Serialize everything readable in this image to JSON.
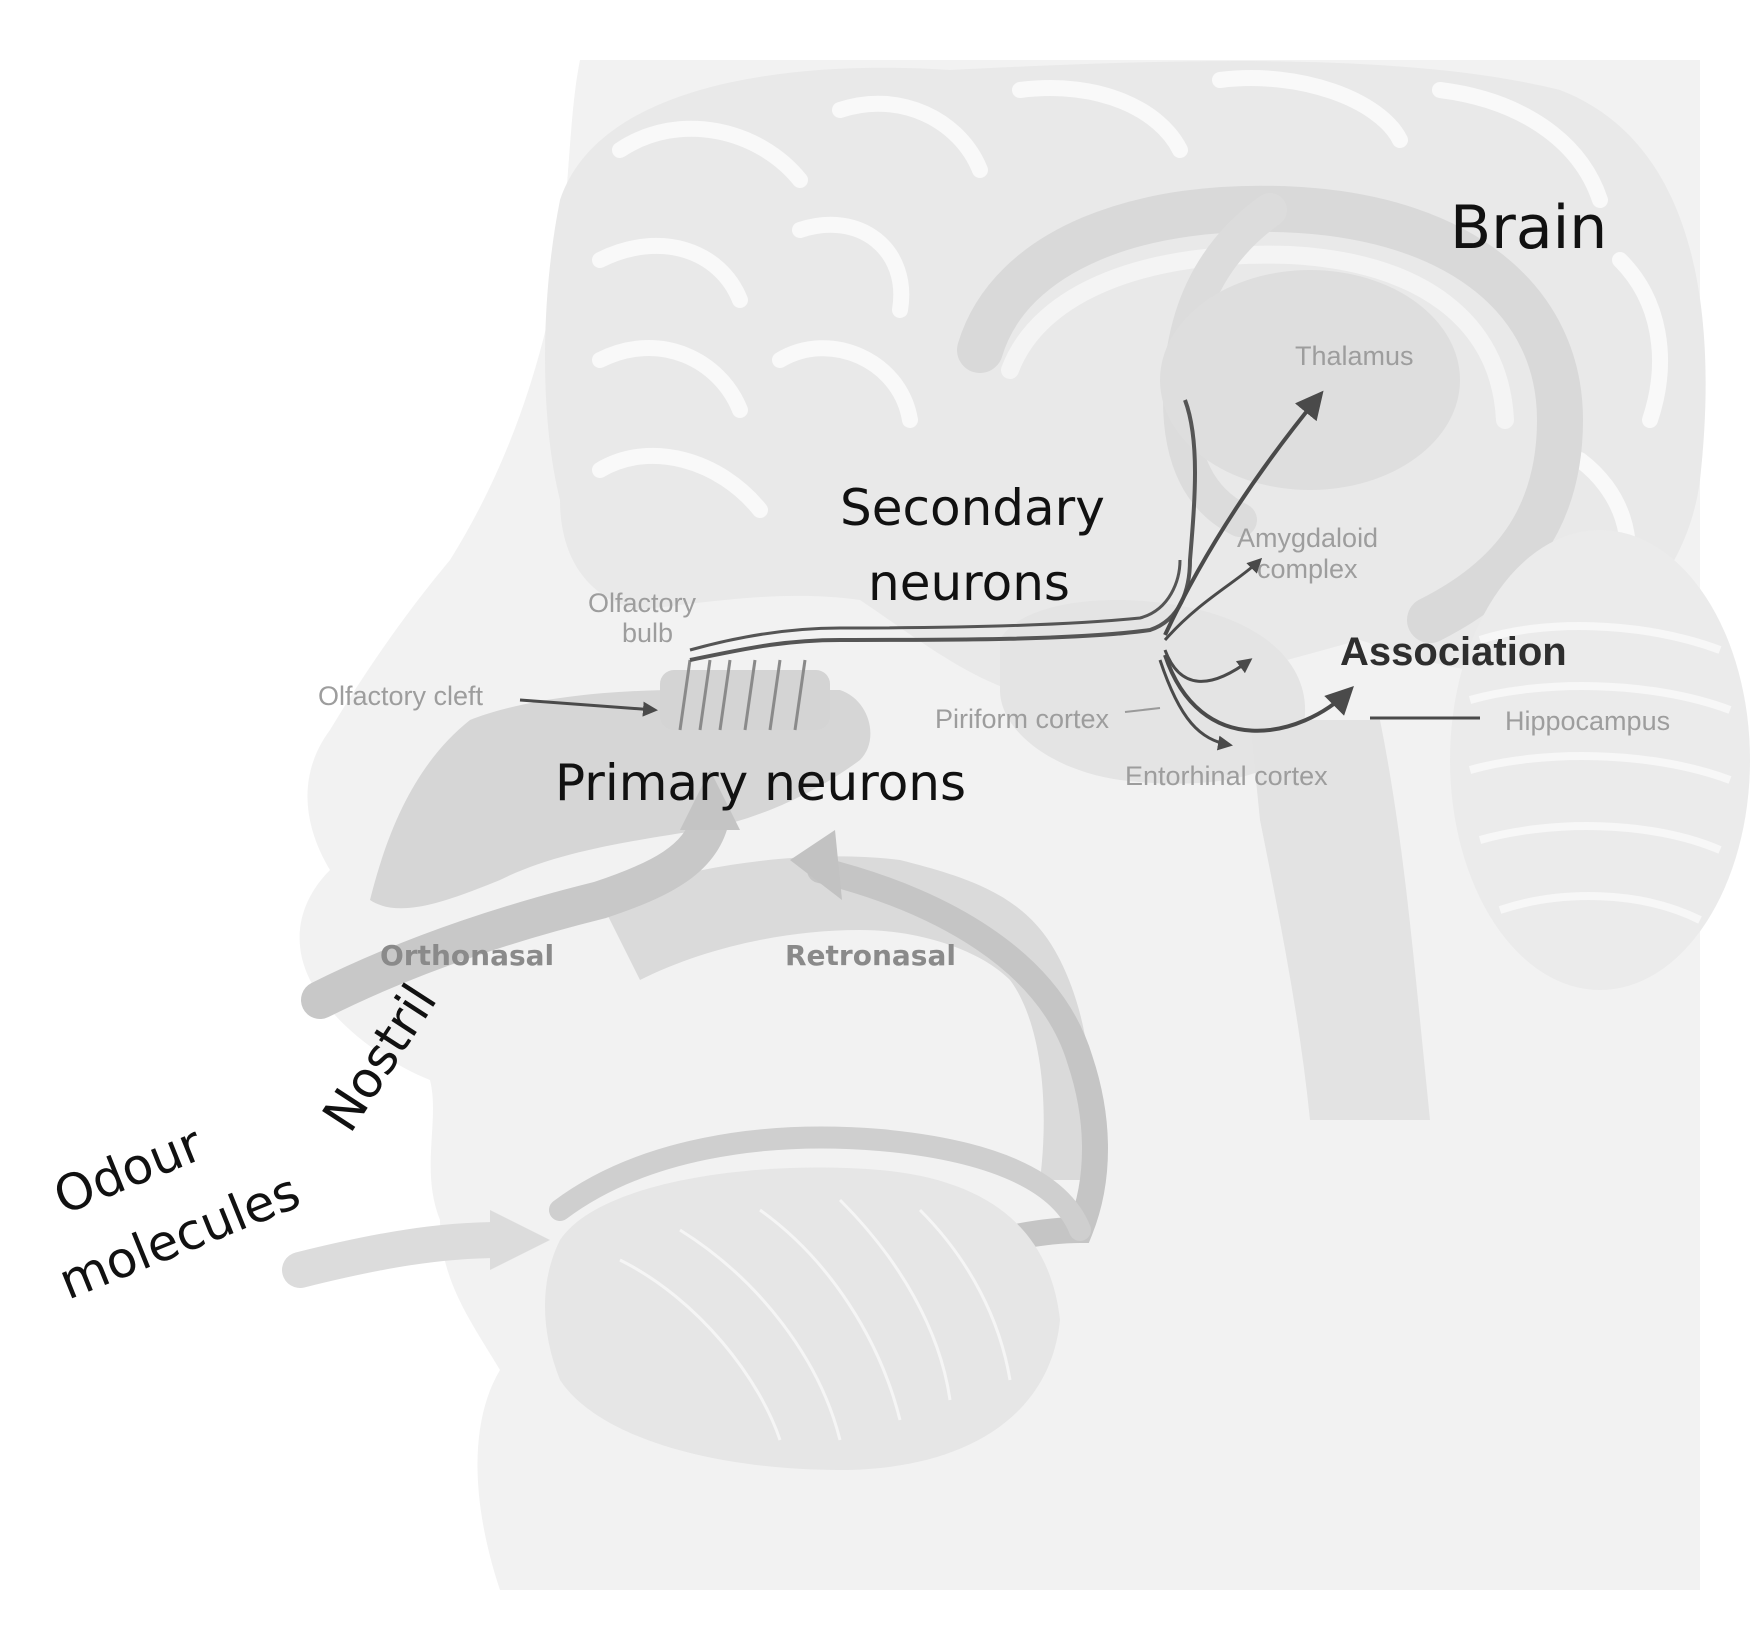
{
  "labels": {
    "brain": "Brain",
    "thalamus": "Thalamus",
    "secondary_neurons_1": "Secondary",
    "secondary_neurons_2": "neurons",
    "amygdaloid_1": "Amygdaloid",
    "amygdaloid_2": "complex",
    "olfactory_bulb_1": "Olfactory",
    "olfactory_bulb_2": "bulb",
    "association": "Association",
    "olfactory_cleft": "Olfactory cleft",
    "piriform_cortex": "Piriform cortex",
    "hippocampus": "Hippocampus",
    "primary_neurons": "Primary neurons",
    "entorhinal_cortex": "Entorhinal cortex",
    "orthonasal": "Orthonasal",
    "retronasal": "Retronasal",
    "nostril": "Nostril",
    "odour_molecules_1": "Odour",
    "odour_molecules_2": "molecules"
  },
  "colors": {
    "background": "#ffffff",
    "anatomy_light": "#eeeeee",
    "anatomy_mid": "#dcdcdc",
    "anatomy_dark": "#c4c4c4",
    "neuron_path": "#555555",
    "label_dark": "#111111",
    "label_faint": "#9d9d9d"
  }
}
